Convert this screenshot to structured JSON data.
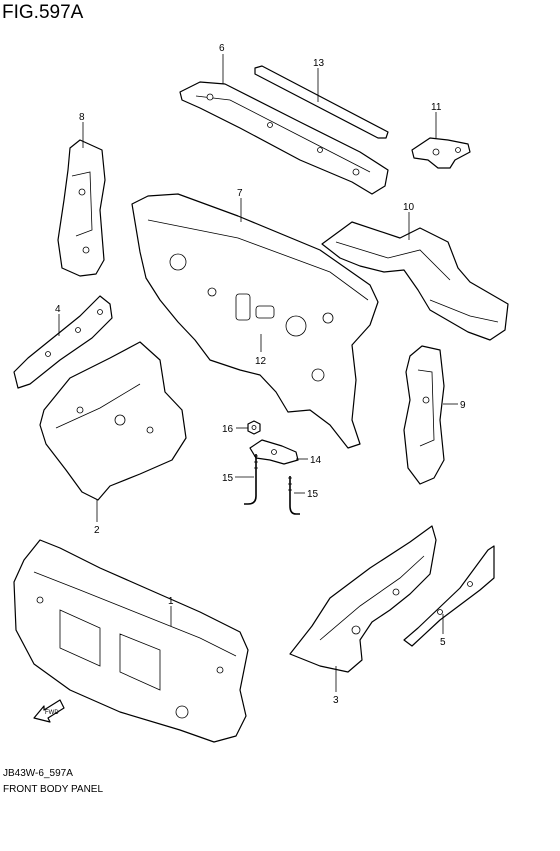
{
  "figure": {
    "title": "FIG.597A",
    "drawing_code": "JB43W-6_597A",
    "drawing_name": "FRONT BODY PANEL",
    "direction_label": "FWD"
  },
  "callouts": [
    {
      "id": "1",
      "label": "1"
    },
    {
      "id": "2",
      "label": "2"
    },
    {
      "id": "3",
      "label": "3"
    },
    {
      "id": "4",
      "label": "4"
    },
    {
      "id": "5",
      "label": "5"
    },
    {
      "id": "6",
      "label": "6"
    },
    {
      "id": "7",
      "label": "7"
    },
    {
      "id": "8",
      "label": "8"
    },
    {
      "id": "9",
      "label": "9"
    },
    {
      "id": "10",
      "label": "10"
    },
    {
      "id": "11",
      "label": "11"
    },
    {
      "id": "12",
      "label": "12"
    },
    {
      "id": "13",
      "label": "13"
    },
    {
      "id": "14",
      "label": "14"
    },
    {
      "id": "15a",
      "label": "15"
    },
    {
      "id": "15b",
      "label": "15"
    },
    {
      "id": "16",
      "label": "16"
    }
  ]
}
